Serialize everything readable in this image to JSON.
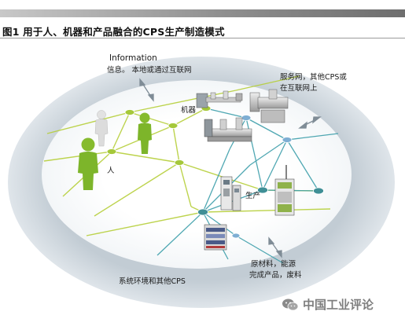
{
  "figure": {
    "title": "图1  用于人、机器和产品融合的CPS生产制造模式"
  },
  "labels": {
    "information_en": "Information",
    "information_zh": "信息。 本地或通过互联网",
    "service_line1": "服务网，其他CPS或",
    "service_line2": "在互联网上",
    "machines": "机器",
    "people": "人",
    "production": "生产",
    "materials_line1": "原材料，能源",
    "materials_line2": "完成产品，废料",
    "system_env": "系统环境和其他CPS"
  },
  "watermark": {
    "text": "中国工业评论",
    "icon": "wechat-icon"
  },
  "colors": {
    "ring": "#c9d3da",
    "inner": "#ffffff",
    "green_line": "#b6cf3a",
    "teal_line": "#3c9eaa",
    "node_green": "#9cc42e",
    "node_teal": "#3f8f96",
    "node_blue": "#7eaed3",
    "person_green": "#7db52a",
    "person_grey": "#dcdcdc"
  }
}
